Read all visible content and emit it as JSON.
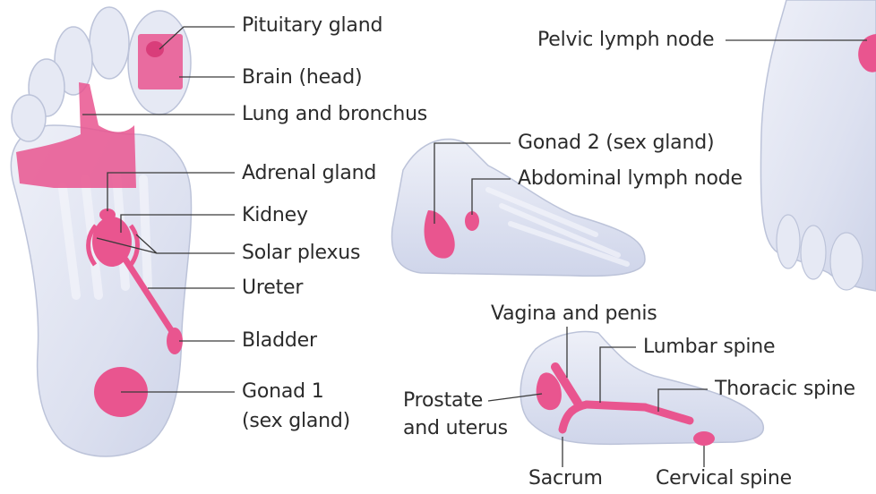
{
  "colors": {
    "accent": "#e9558f",
    "foot_fill": "#dfe3f2",
    "foot_edge": "#b8bfd6",
    "bone": "#eceef8",
    "leader": "#3a3a3a"
  },
  "labels": {
    "pituitary": "Pituitary gland",
    "brain": "Brain (head)",
    "lung": "Lung and bronchus",
    "adrenal": "Adrenal gland",
    "kidney": "Kidney",
    "solar": "Solar plexus",
    "ureter": "Ureter",
    "bladder": "Bladder",
    "gonad1_line1": "Gonad 1",
    "gonad1_line2": "(sex gland)",
    "pelvic": "Pelvic lymph node",
    "gonad2": "Gonad 2 (sex gland)",
    "abdominal": "Abdominal lymph node",
    "vagina": "Vagina and penis",
    "lumbar": "Lumbar spine",
    "thoracic": "Thoracic spine",
    "prostate_line1": "Prostate",
    "prostate_line2": "and uterus",
    "sacrum": "Sacrum",
    "cervical": "Cervical spine"
  }
}
